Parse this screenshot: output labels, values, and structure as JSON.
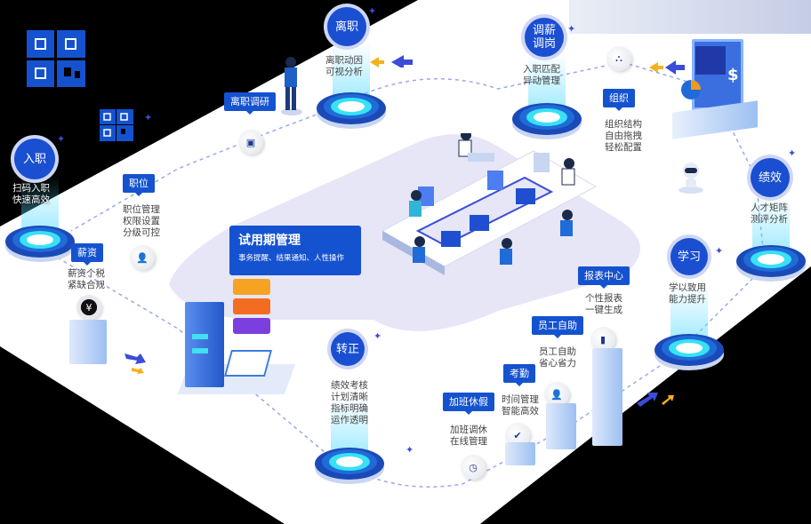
{
  "diagram": {
    "title": "试用期管理",
    "subtitle": "事务提醒、结果通知、人性操作",
    "colors": {
      "primary_blue": "#1552cf",
      "badge_blue": "#1a4fd1",
      "cyan": "#38e1f5",
      "floor": "#ffffff",
      "lavender": "#e4e4f6",
      "orange": "#f39a1e",
      "purple": "#7b3fe0",
      "background": "#000000"
    },
    "circle_nodes": [
      {
        "id": "onboarding",
        "label": "入职",
        "desc": "扫码入职\n快速高效"
      },
      {
        "id": "resignation",
        "label": "离职",
        "desc": "离职动因\n可视分析"
      },
      {
        "id": "transfer",
        "label": "调薪\n调岗",
        "desc": "入职匹配\n异动管理"
      },
      {
        "id": "performance",
        "label": "绩效",
        "desc": "人才矩阵\n测评分析"
      },
      {
        "id": "learning",
        "label": "学习",
        "desc": "学以致用\n能力提升"
      },
      {
        "id": "regularization",
        "label": "转正",
        "desc": "绩效考核\n计划清晰\n指标明确\n运作透明"
      }
    ],
    "tag_nodes": [
      {
        "id": "exit-survey",
        "label": "离职调研"
      },
      {
        "id": "position",
        "label": "职位",
        "desc": "职位管理\n权限设置\n分级可控"
      },
      {
        "id": "salary",
        "label": "薪资",
        "desc": "薪资个税\n紧缺合规"
      },
      {
        "id": "organization",
        "label": "组织",
        "desc": "组织结构\n自由拖拽\n轻松配置"
      },
      {
        "id": "report-center",
        "label": "报表中心",
        "desc": "个性报表\n一键生成"
      },
      {
        "id": "self-service",
        "label": "员工自助",
        "desc": "员工自助\n省心省力"
      },
      {
        "id": "attendance",
        "label": "考勤",
        "desc": "时间管理\n智能高效"
      },
      {
        "id": "overtime-leave",
        "label": "加班休假",
        "desc": "加班调休\n在线管理"
      }
    ],
    "icons": {
      "salary": "¥",
      "dollar": "$"
    }
  }
}
